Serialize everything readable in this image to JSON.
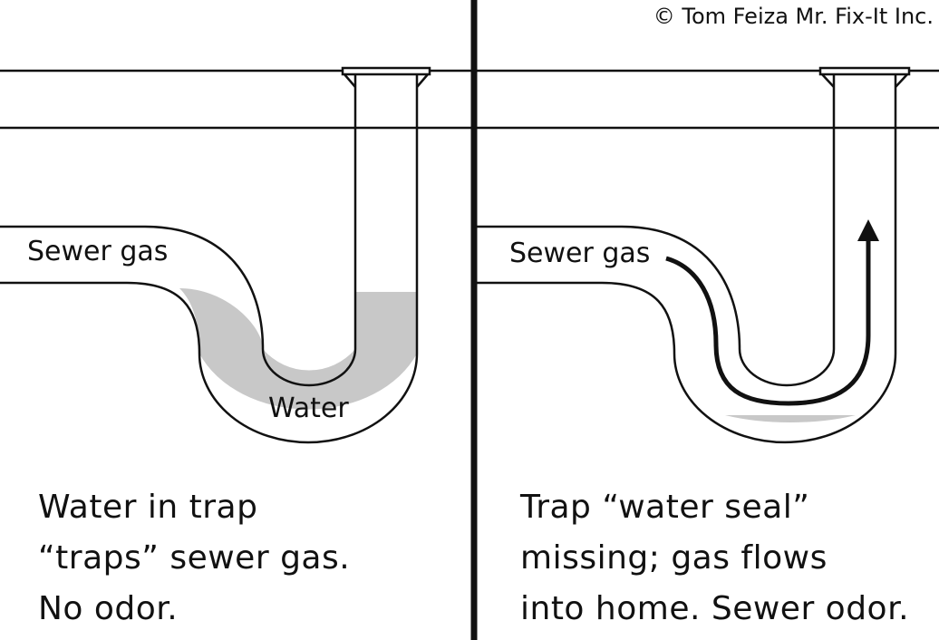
{
  "copyright": "© Tom Feiza Mr. Fix-It Inc.",
  "left_panel": {
    "pipe_label": "Sewer gas",
    "water_label": "Water",
    "caption_lines": [
      "Water in trap",
      "“traps” sewer gas.",
      "No odor."
    ]
  },
  "right_panel": {
    "pipe_label": "Sewer gas",
    "caption_lines": [
      "Trap “water seal”",
      "missing; gas flows",
      "into home. Sewer odor."
    ]
  },
  "colors": {
    "water": "#c8c8c8",
    "line": "#111111"
  }
}
